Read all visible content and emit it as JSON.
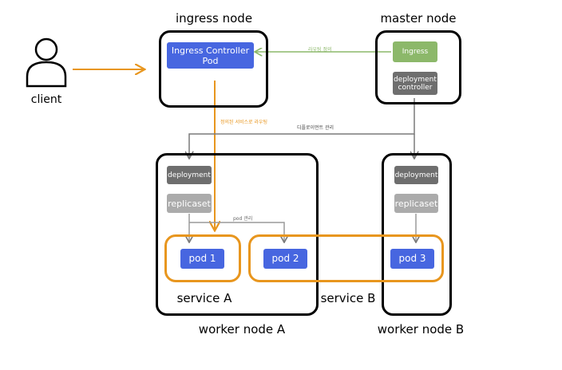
{
  "client": {
    "label": "client"
  },
  "ingress_node": {
    "title": "ingress node",
    "controller_label": "Ingress Controller\nPod"
  },
  "master_node": {
    "title": "master node",
    "ingress_label": "Ingress",
    "deployment_controller_label": "deployment\ncontroller"
  },
  "worker_a": {
    "title": "worker node A",
    "deployment_label": "deployment",
    "replicaset_label": "replicaset",
    "pod1_label": "pod 1",
    "pod2_label": "pod 2"
  },
  "worker_b": {
    "title": "worker node B",
    "deployment_label": "deployment",
    "replicaset_label": "replicaset",
    "pod3_label": "pod 3"
  },
  "services": {
    "service_a": "service A",
    "service_b": "service B"
  },
  "edge_labels": {
    "routing_definition": "라우팅 정의",
    "routing_to_service": "정의된 서비스로 라우팅",
    "deployment_management": "디플로이먼트 관리",
    "pod_management": "pod 관리"
  },
  "colors": {
    "orange": "#e8961e",
    "green": "#8cb86a",
    "blue": "#4766e0",
    "gray_dark": "#6e6e6e",
    "gray_light": "#ababab"
  }
}
